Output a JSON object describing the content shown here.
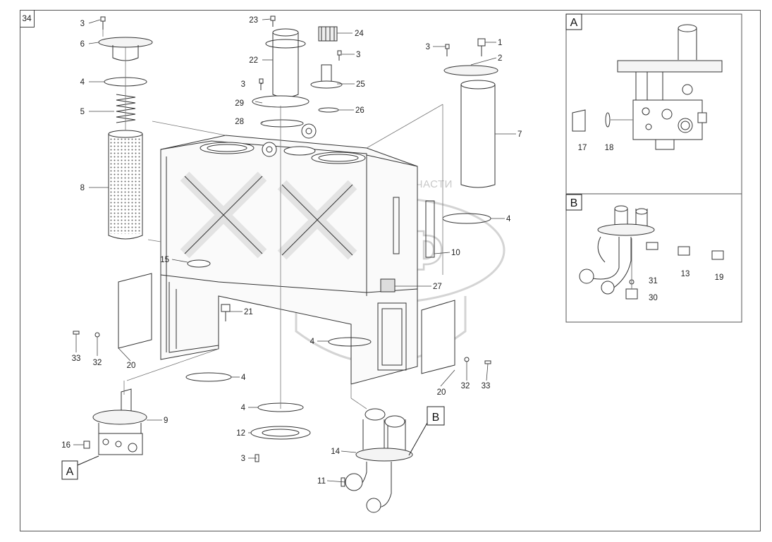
{
  "page_number": "34",
  "watermark": {
    "brand_text": "ТЕХНИКА ⚙ ЗАПЧАСТИ",
    "logo_text": "ЭПФ"
  },
  "views": {
    "a_label": "A",
    "b_label": "B"
  },
  "callouts": {
    "a_main": "A",
    "b_main": "B"
  },
  "part_labels": {
    "p1": "1",
    "p2": "2",
    "p3": "3",
    "p4": "4",
    "p5": "5",
    "p6": "6",
    "p7": "7",
    "p8": "8",
    "p9": "9",
    "p10": "10",
    "p11": "11",
    "p12": "12",
    "p13": "13",
    "p14": "14",
    "p15": "15",
    "p16": "16",
    "p17": "17",
    "p18": "18",
    "p19": "19",
    "p20": "20",
    "p21": "21",
    "p22": "22",
    "p23": "23",
    "p24": "24",
    "p25": "25",
    "p26": "26",
    "p27": "27",
    "p28": "28",
    "p29": "29",
    "p30": "30",
    "p31": "31",
    "p32": "32",
    "p33": "33"
  },
  "colors": {
    "line": "#333333",
    "light_line": "#777777",
    "watermark": "#cfcfcf",
    "fill": "#f4f4f4"
  }
}
